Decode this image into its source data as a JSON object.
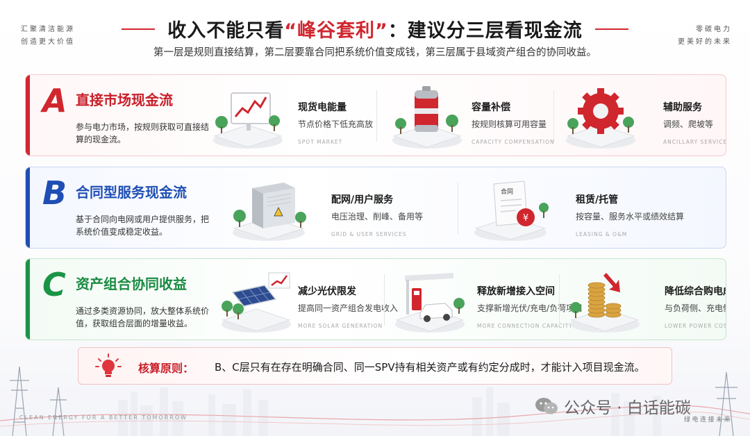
{
  "corners": {
    "left_line1": "汇聚清洁能源",
    "left_line2": "创造更大价值",
    "right_line1": "零碳电力",
    "right_line2": "更美好的未来"
  },
  "header": {
    "title_pre": "收入不能只看",
    "title_hl": "“峰谷套利”",
    "title_post": "：建议分三层看现金流",
    "subtitle": "第一层是规则直接结算，第二层要靠合同把系统价值变成钱，第三层属于县域资产组合的协同收益。"
  },
  "layers": {
    "a": {
      "letter": "A",
      "title": "直接市场现金流",
      "desc": "参与电力市场，按规则获取可直接结算的现金流。",
      "items": [
        {
          "title": "现货电能量",
          "desc": "节点价格下低充高放",
          "en": "SPOT MARKET",
          "icon": "spot-market-chart-icon"
        },
        {
          "title": "容量补偿",
          "desc": "按规则核算可用容量",
          "en": "CAPACITY COMPENSATION",
          "icon": "battery-icon"
        },
        {
          "title": "辅助服务",
          "desc": "调频、爬坡等",
          "en": "ANCILLARY SERVICES",
          "icon": "gear-icon"
        }
      ]
    },
    "b": {
      "letter": "B",
      "title": "合同型服务现金流",
      "desc": "基于合同向电网或用户提供服务，把系统价值变成稳定收益。",
      "items": [
        {
          "title": "配网/用户服务",
          "desc": "电压治理、削峰、备用等",
          "en": "GRID & USER SERVICES",
          "icon": "substation-box-icon"
        },
        {
          "title": "租赁/托管",
          "desc": "按容量、服务水平或绩效结算",
          "en": "LEASING & O&M",
          "icon": "contract-yuan-icon",
          "doc_label": "合同",
          "coin_label": "¥"
        }
      ]
    },
    "c": {
      "letter": "C",
      "title": "资产组合协同收益",
      "desc": "通过多类资源协同，放大整体系统价值，获取组合层面的增量收益。",
      "items": [
        {
          "title": "减少光伏限发",
          "desc": "提高同一资产组合发电收入",
          "en": "MORE SOLAR GENERATION",
          "icon": "solar-panel-icon"
        },
        {
          "title": "释放新增接入空间",
          "desc": "支撑新增光伏/充电/负荷项目",
          "en": "MORE CONNECTION CAPACITY",
          "icon": "ev-charging-icon"
        },
        {
          "title": "降低综合购电成本",
          "desc": "与负荷侧、充电侧联动",
          "en": "LOWER POWER COST",
          "icon": "coins-down-icon"
        }
      ]
    }
  },
  "principle": {
    "label": "核算原则：",
    "text": "B、C层只有在存在明确合同、同一SPV持有相关资产或有约定分成时，才能计入项目现金流。"
  },
  "footer": {
    "en": "CLEAN ENERGY FOR A BETTER TOMORROW",
    "cn": "绿电连接未来",
    "wechat": "公众号 · 白话能碳"
  },
  "colors": {
    "red": "#d0262e",
    "blue": "#1f4fb4",
    "green": "#1a9446"
  }
}
